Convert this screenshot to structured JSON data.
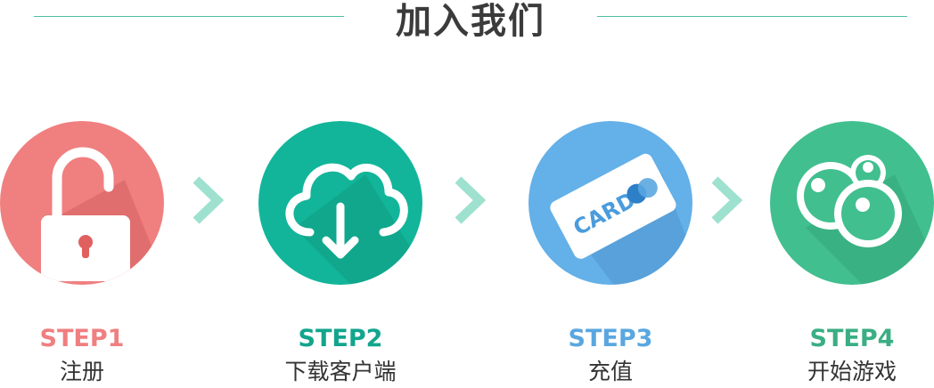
{
  "header": {
    "title": "加入我们",
    "line_color": "#4dbfa3"
  },
  "steps": [
    {
      "label": "STEP1",
      "desc": "注册",
      "icon": "lock-icon",
      "circle_color": "#f07f80",
      "label_color": "#f07f80"
    },
    {
      "label": "STEP2",
      "desc": "下载客户端",
      "icon": "cloud-download-icon",
      "circle_color": "#12b59a",
      "label_color": "#12a58d"
    },
    {
      "label": "STEP3",
      "desc": "充值",
      "icon": "credit-card-icon",
      "icon_text": "CARD",
      "circle_color": "#64b0e8",
      "label_color": "#5aa7e0"
    },
    {
      "label": "STEP4",
      "desc": "开始游戏",
      "icon": "game-bubbles-icon",
      "circle_color": "#41bf8f",
      "label_color": "#3aae84"
    }
  ],
  "chevron_color": "#9ee1cf"
}
